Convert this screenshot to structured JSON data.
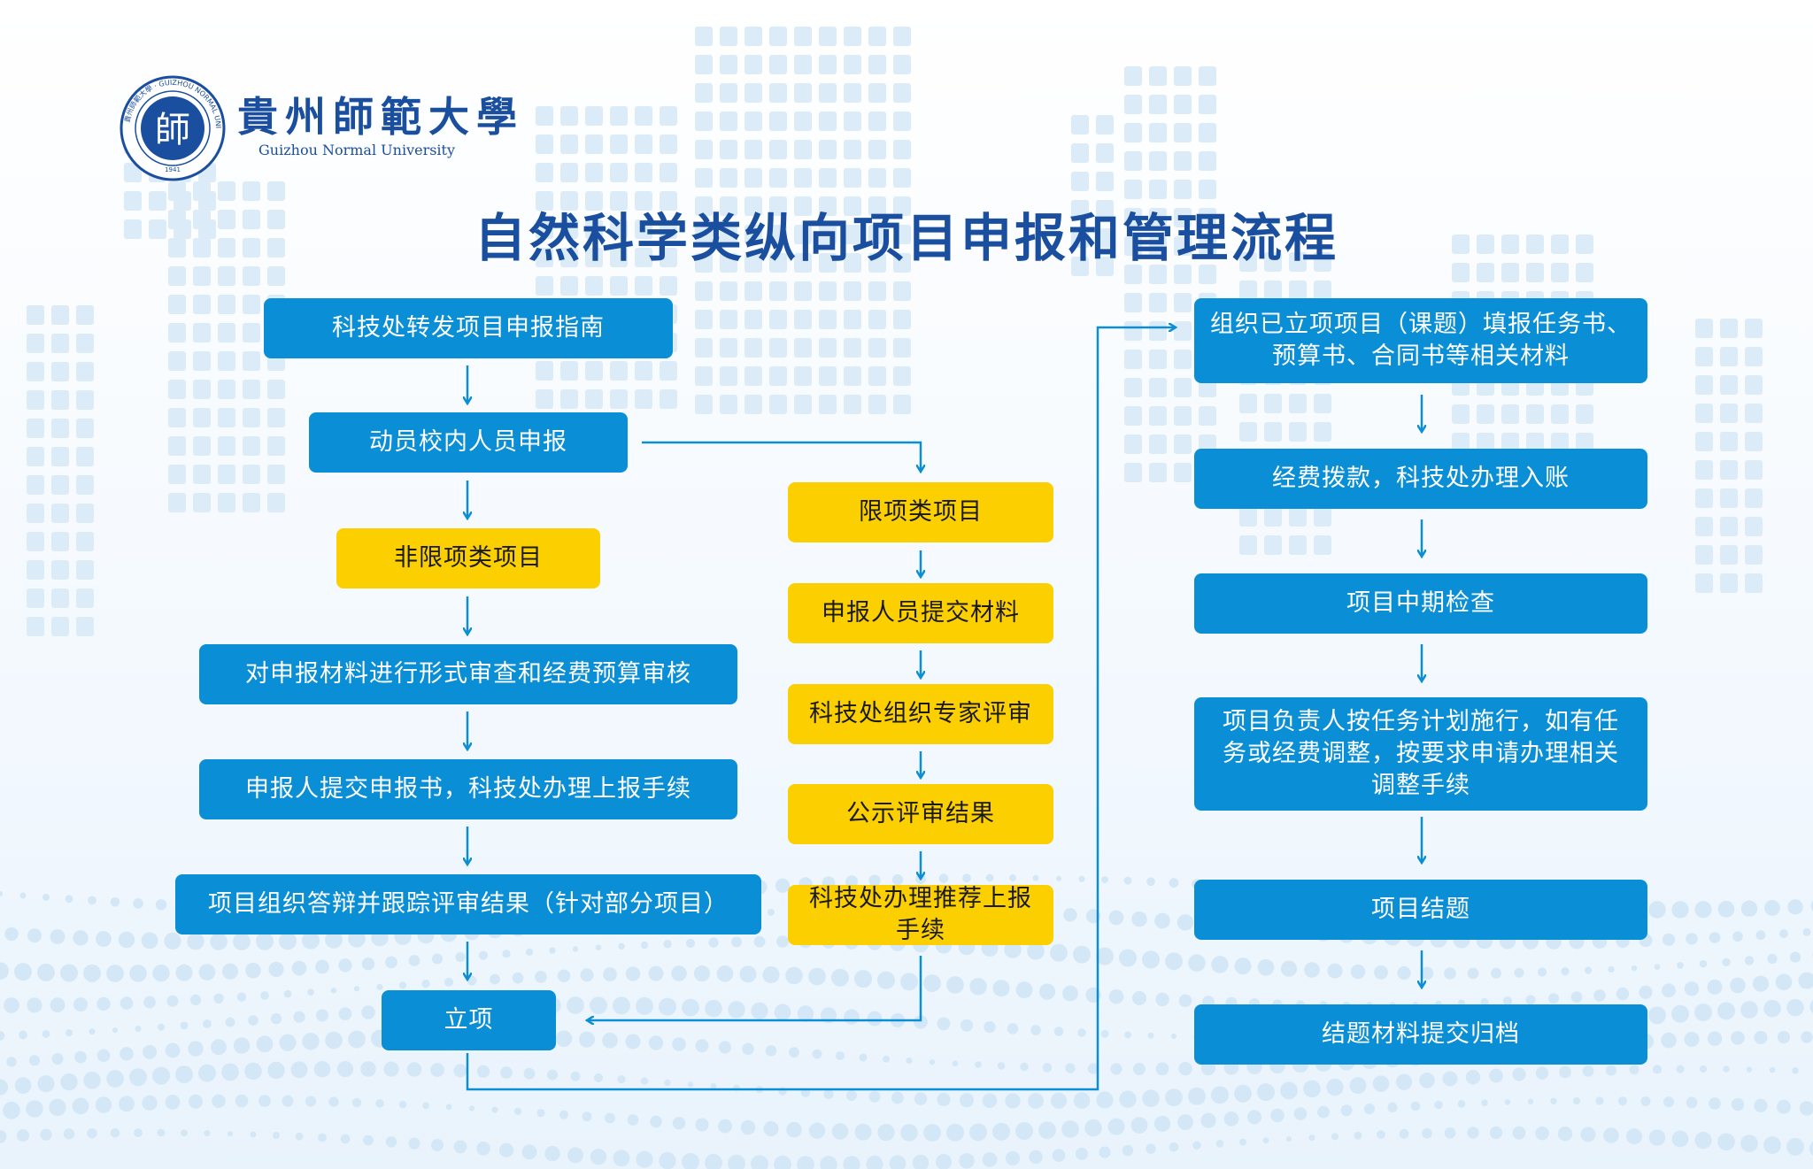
{
  "logo": {
    "seal_text": "師",
    "seal_year": "1941",
    "seal_ring_text": "貴州師範大學 · GUIZHOU NORMAL UNIVERSITY",
    "name_cn": "貴州師範大學",
    "name_en": "Guizhou Normal University"
  },
  "title": "自然科学类纵向项目申报和管理流程",
  "colors": {
    "primary_box": "#0a8fd6",
    "highlight_box": "#fcd000",
    "arrow": "#0a8fd6",
    "title": "#1a4e9e"
  },
  "flow": {
    "left": {
      "step1": "科技处转发项目申报指南",
      "step2": "动员校内人员申报",
      "step3": "非限项类项目",
      "step4": "对申报材料进行形式审查和经费预算审核",
      "step5": "申报人提交申报书，科技处办理上报手续",
      "step6": "项目组织答辩并跟踪评审结果（针对部分项目）",
      "step7": "立项"
    },
    "middle": {
      "step1": "限项类项目",
      "step2": "申报人员提交材料",
      "step3": "科技处组织专家评审",
      "step4": "公示评审结果",
      "step5": "科技处办理推荐上报手续"
    },
    "right": {
      "step1_line1": "组织已立项项目（课题）填报任务书、",
      "step1_line2": "预算书、合同书等相关材料",
      "step2": "经费拨款，科技处办理入账",
      "step3": "项目中期检查",
      "step4_line1": "项目负责人按任务计划施行，如有任",
      "step4_line2": "务或经费调整，按要求申请办理相关",
      "step4_line3": "调整手续",
      "step5": "项目结题",
      "step6": "结题材料提交归档"
    }
  }
}
